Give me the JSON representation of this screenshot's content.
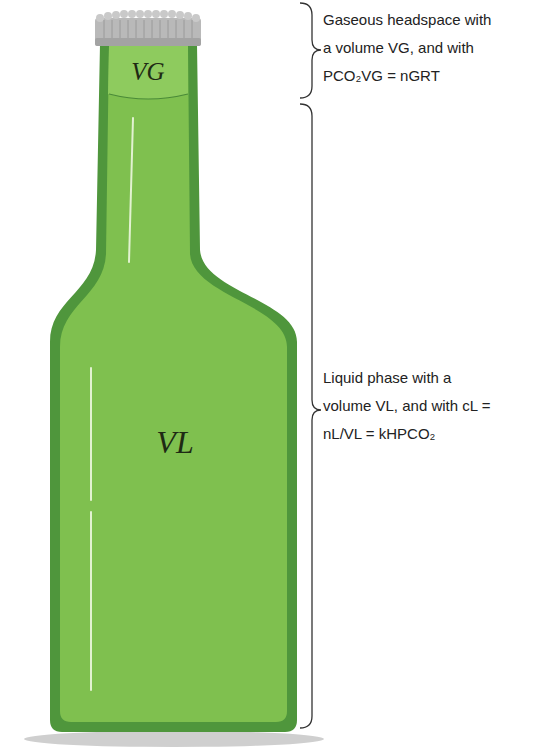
{
  "diagram": {
    "nodes": [
      {
        "text": [
          "VG"
        ]
      },
      {
        "text": [
          "VL"
        ]
      }
    ],
    "labels": [
      "Gaseous headspace with a volume VG, and with PCO₂VG = nGRT",
      "Liquid phase with a volume VL, and with cL = nL/VL = kHPCO₂"
    ]
  }
}
